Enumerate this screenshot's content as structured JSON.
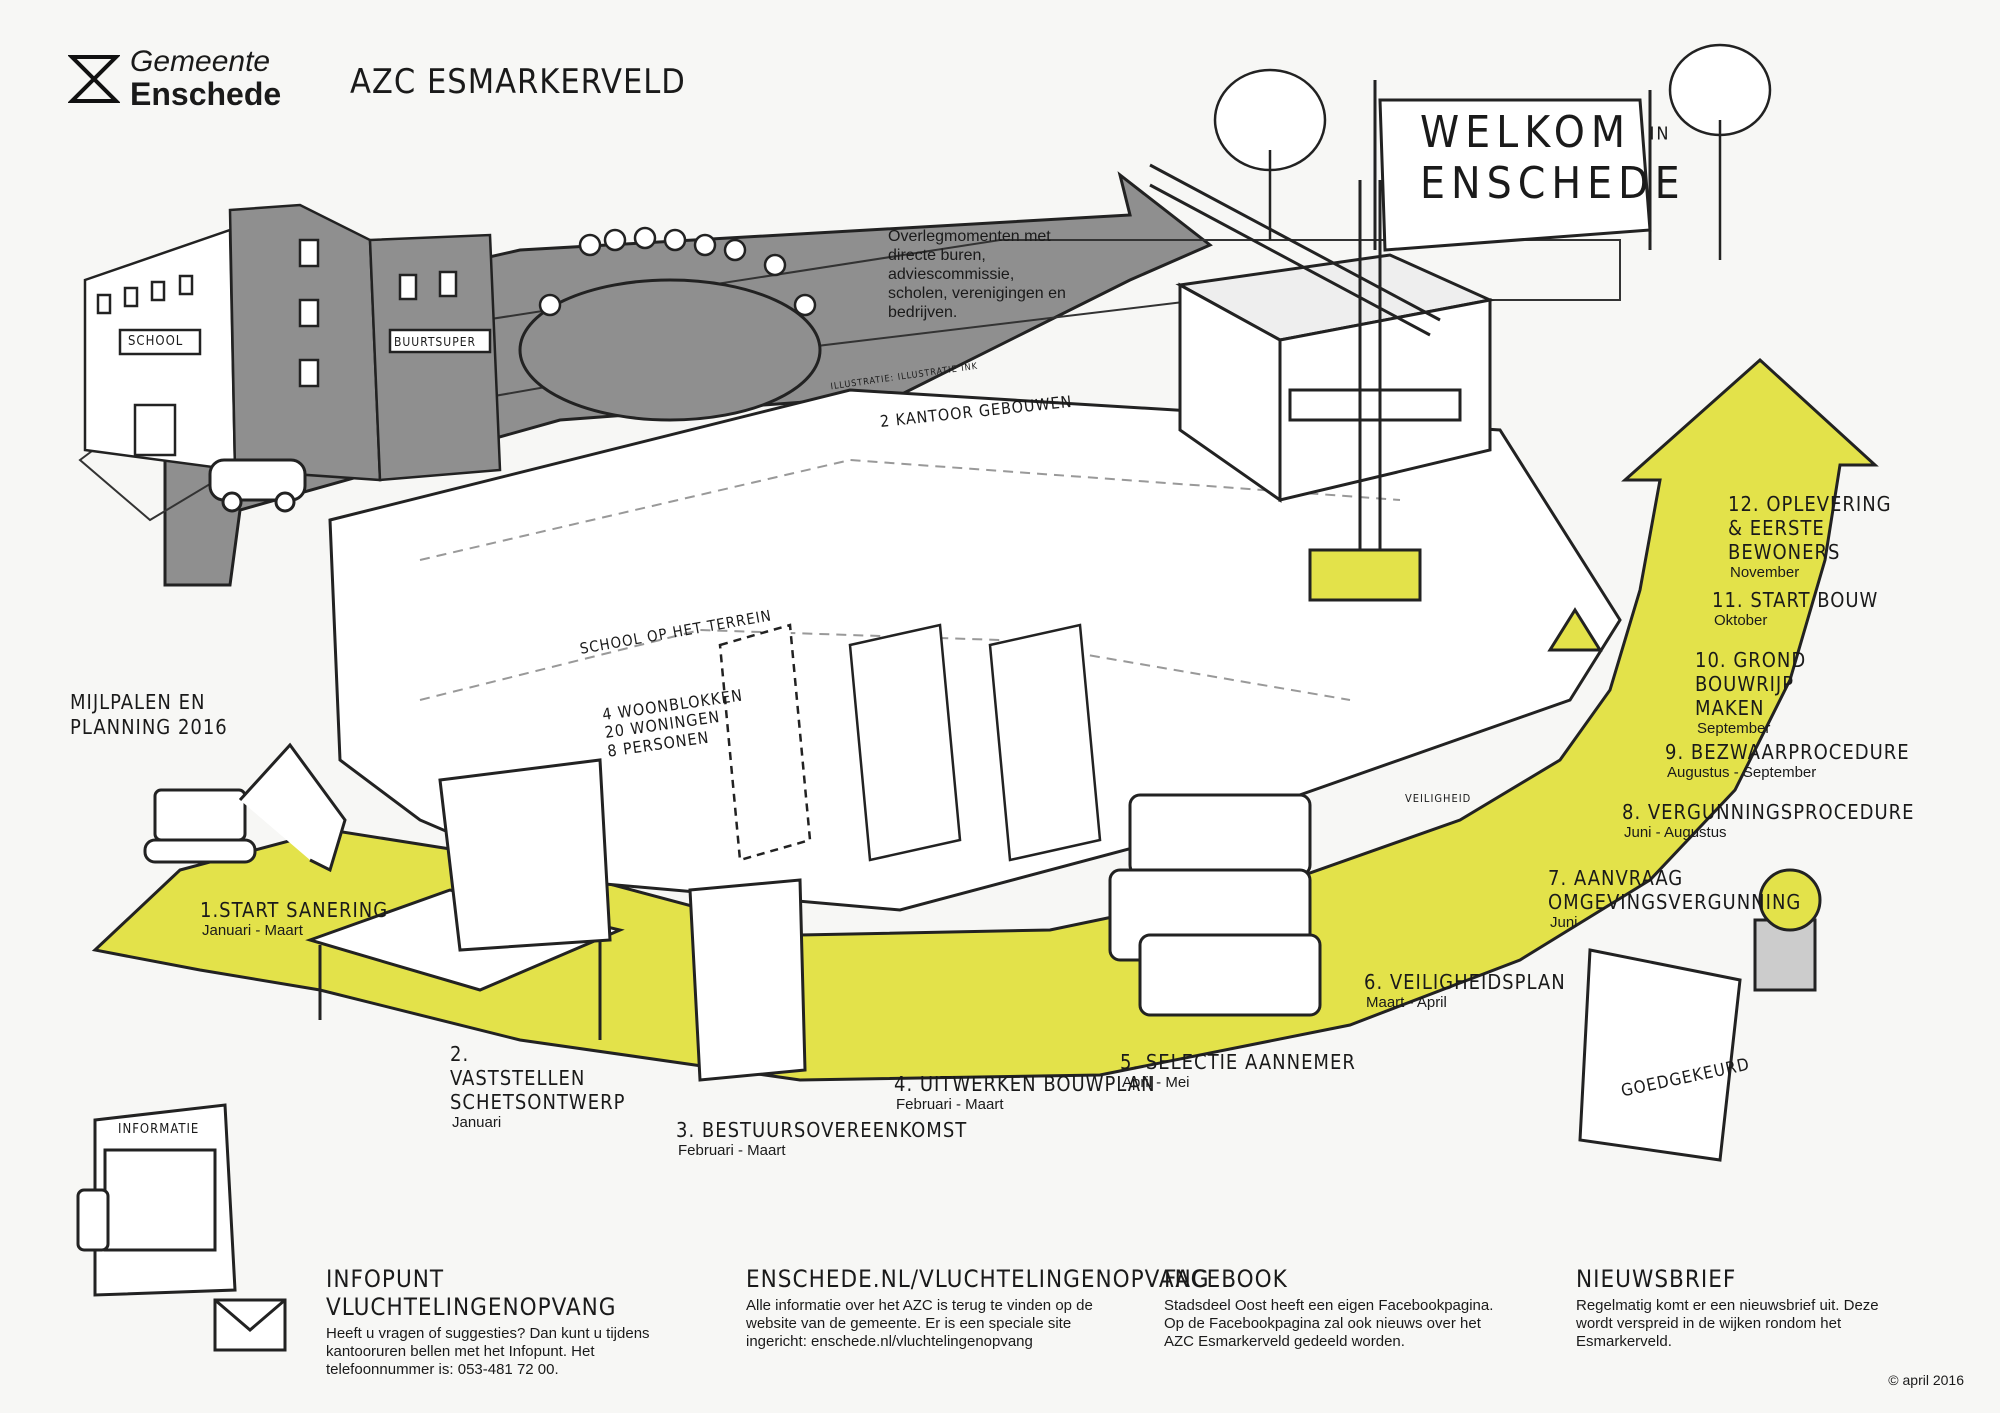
{
  "header": {
    "logo_line1": "Gemeente",
    "logo_line2": "Enschede",
    "title": "AZC ESMARKERVELD"
  },
  "welcome_banner": {
    "line1": "WELKOM",
    "in": "IN",
    "line2": "ENSCHEDE"
  },
  "consultation_note": "Overlegmomenten met directe buren, adviescommissie, scholen, verenigingen en bedrijven.",
  "building_signs": {
    "school": "SCHOOL",
    "buurtsuper": "BUURTSUPER",
    "veiligheid": "VEILIGHEID",
    "informatie": "INFORMATIE",
    "goedgekeurd": "GOEDGEKEURD",
    "credit": "ILLUSTRATIE: ILLUSTRATIE INK"
  },
  "site_labels": {
    "kantoor": "2 KANTOOR GEBOUWEN",
    "school_terrein": "SCHOOL OP HET TERREIN",
    "woonblokken_line1": "4 WOONBLOKKEN",
    "woonblokken_line2": "20 WONINGEN",
    "woonblokken_line3": "8 PERSONEN"
  },
  "mijlpalen": {
    "line1": "MIJLPALEN EN",
    "line2": "PLANNING 2016"
  },
  "milestones": [
    {
      "name": "1.START SANERING",
      "date": "Januari - Maart"
    },
    {
      "name": "2. VASTSTELLEN SCHETSONTWERP",
      "date": "Januari"
    },
    {
      "name": "3. BESTUURSOVEREENKOMST",
      "date": "Februari - Maart"
    },
    {
      "name": "4. UITWERKEN BOUWPLAN",
      "date": "Februari - Maart"
    },
    {
      "name": "5. SELECTIE AANNEMER",
      "date": "April - Mei"
    },
    {
      "name": "6. VEILIGHEIDSPLAN",
      "date": "Maart - April"
    },
    {
      "name": "7. AANVRAAG OMGEVINGSVERGUNNING",
      "date": "Juni"
    },
    {
      "name": "8. VERGUNNINGSPROCEDURE",
      "date": "Juni - Augustus"
    },
    {
      "name": "9. BEZWAARPROCEDURE",
      "date": "Augustus - September"
    },
    {
      "name": "10. GROND BOUWRIJP MAKEN",
      "date": "September"
    },
    {
      "name": "11. START BOUW",
      "date": "Oktober"
    },
    {
      "name": "12. OPLEVERING & EERSTE BEWONERS",
      "date": "November"
    }
  ],
  "footer": [
    {
      "heading": "INFOPUNT VLUCHTELINGENOPVANG",
      "text": "Heeft u vragen of suggesties? Dan kunt u tijdens kantooruren bellen met het Infopunt. Het telefoonnummer is: 053-481 72 00."
    },
    {
      "heading": "ENSCHEDE.NL/VLUCHTELINGENOPVANG",
      "text": "Alle informatie over het AZC is terug te vinden op de website van de gemeente. Er is een speciale site ingericht: enschede.nl/vluchtelingenopvang"
    },
    {
      "heading": "FACEBOOK",
      "text": "Stadsdeel Oost heeft een eigen Facebookpagina. Op de Facebookpagina zal ook nieuws over het AZC Esmarkerveld gedeeld worden."
    },
    {
      "heading": "NIEUWSBRIEF",
      "text": "Regelmatig komt er een nieuwsbrief uit. Deze wordt verspreid in de wijken rondom het Esmarkerveld."
    }
  ],
  "copyright": "© april 2016",
  "colors": {
    "yellow_arrow": "#e3e24a",
    "grey_arrow": "#8f8f8f",
    "background": "#f7f7f5",
    "ink": "#1a1a1a"
  },
  "icons": [
    "gemeente-enschede-logo-icon",
    "excavator-icon",
    "crane-icon",
    "car-icon",
    "phone-icon",
    "envelope-icon",
    "stamp-icon",
    "warning-sign-icon"
  ]
}
